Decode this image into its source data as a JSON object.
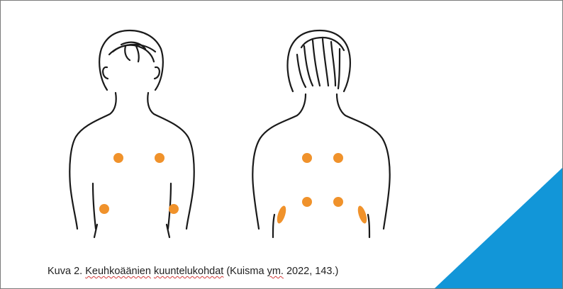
{
  "caption": {
    "prefix": "Kuva 2. ",
    "word1": "Keuhkoäänien",
    "space1": " ",
    "word2": "kuuntelukohdat",
    "middle": " (Kuisma ",
    "word3": "ym.",
    "suffix": " 2022, 143.)"
  },
  "colors": {
    "dot": "#f0922b",
    "line": "#1a1a1a",
    "accent": "#1296d8",
    "spellcheck": "#d33a3a"
  },
  "figure": {
    "front_view_dots": 4,
    "back_view_dots": 6
  },
  "icons": [
    "front-torso-icon",
    "back-torso-icon",
    "triangle-accent-shape"
  ]
}
